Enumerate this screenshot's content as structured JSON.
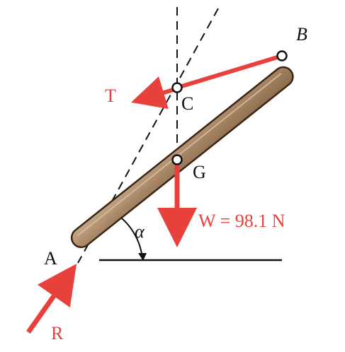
{
  "labels": {
    "point_a": "A",
    "point_b": "B",
    "point_c": "C",
    "point_g": "G",
    "angle": "α",
    "tension": "T",
    "reaction": "R",
    "weight": "W = 98.1 N"
  },
  "colors": {
    "force_arrow": "#e8413b",
    "rod_fill": "#a88866",
    "rod_outline": "#3a2414",
    "line": "#111111"
  }
}
